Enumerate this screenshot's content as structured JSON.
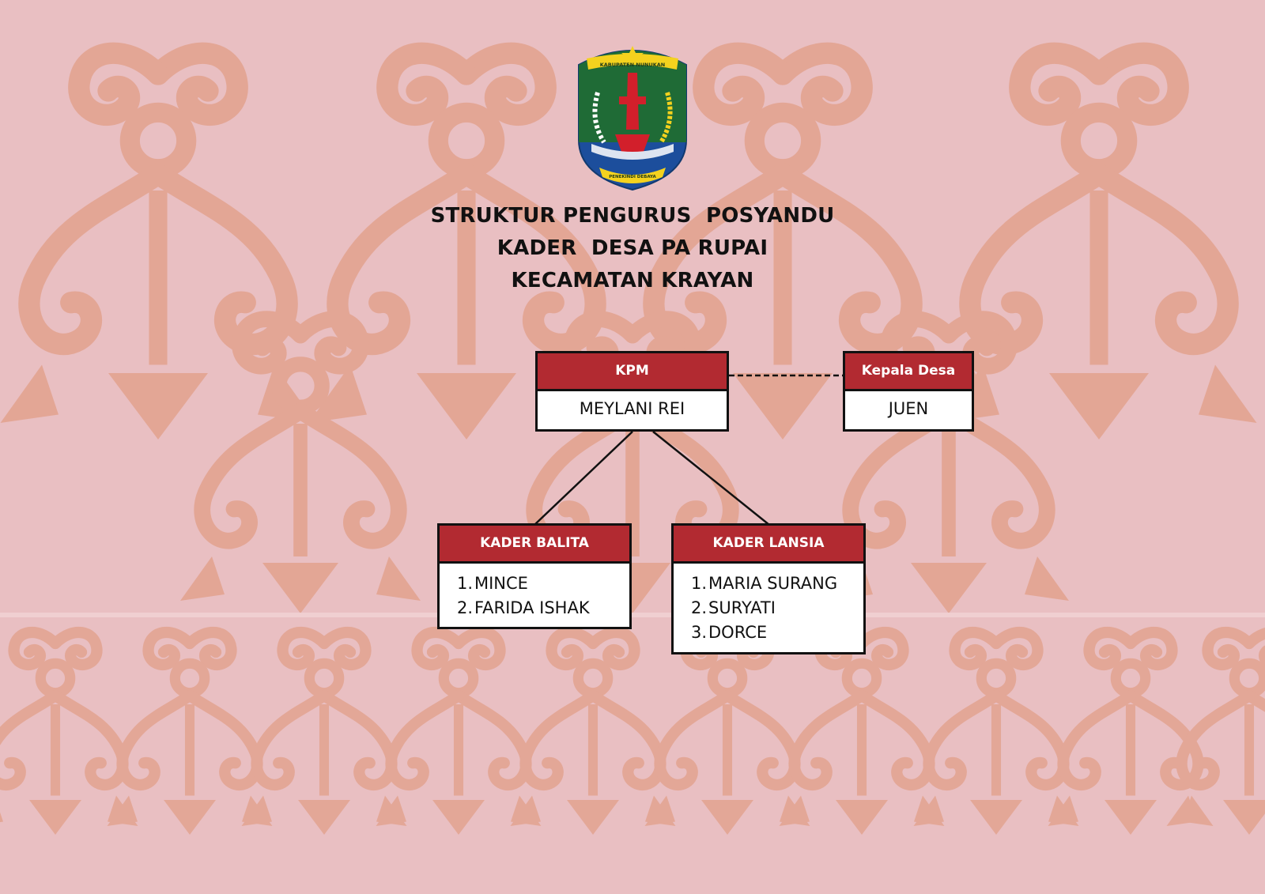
{
  "emblem": {
    "ribbon_top": "KABUPATEN NUNUKAN",
    "ribbon_bottom": "PENEKINDI DEBAYA"
  },
  "title": {
    "line1": "STRUKTUR PENGURUS  POSYANDU",
    "line2": "KADER  DESA PA RUPAI",
    "line3": "KECAMATAN KRAYAN"
  },
  "nodes": {
    "kpm": {
      "role": "KPM",
      "name": "MEYLANI REI"
    },
    "kepala_desa": {
      "role": "Kepala Desa",
      "name": "JUEN"
    },
    "kader_balita": {
      "role": "KADER BALITA",
      "members": [
        {
          "no": "1.",
          "name": "MINCE"
        },
        {
          "no": "2.",
          "name": "FARIDA ISHAK"
        }
      ]
    },
    "kader_lansia": {
      "role": "KADER LANSIA",
      "members": [
        {
          "no": "1.",
          "name": "MARIA SURANG"
        },
        {
          "no": "2.",
          "name": "SURYATI"
        },
        {
          "no": "3.",
          "name": "DORCE"
        }
      ]
    }
  },
  "colors": {
    "background": "#e9bfc2",
    "ornament": "#e3a593",
    "header": "#b22a31",
    "emblem_green": "#1f6b36",
    "emblem_blue": "#1c4e9c"
  }
}
